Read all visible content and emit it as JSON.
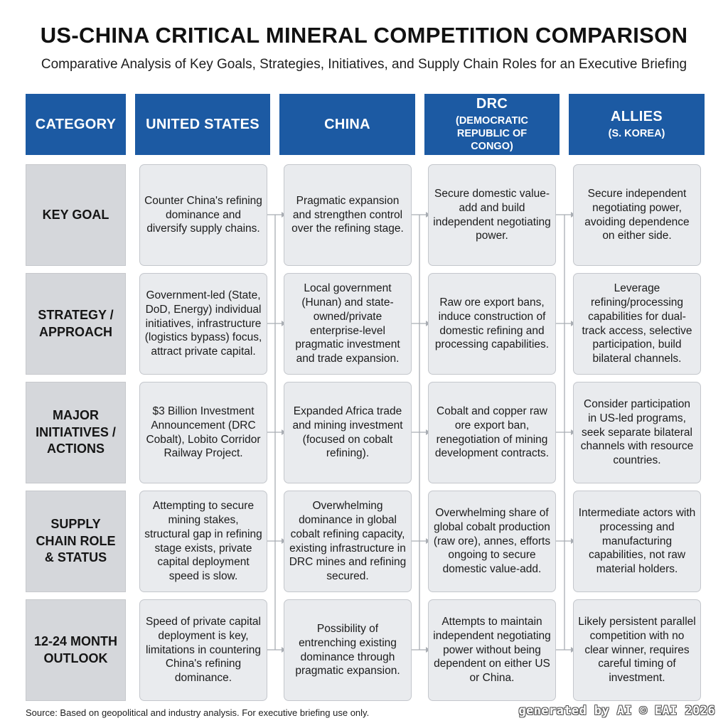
{
  "title": "US-CHINA CRITICAL MINERAL COMPETITION COMPARISON",
  "subtitle": "Comparative Analysis of Key Goals, Strategies, Initiatives, and Supply Chain Roles for an Executive Briefing",
  "columns": [
    {
      "label": "CATEGORY",
      "sub": ""
    },
    {
      "label": "UNITED STATES",
      "sub": ""
    },
    {
      "label": "CHINA",
      "sub": ""
    },
    {
      "label": "DRC",
      "sub": "(DEMOCRATIC REPUBLIC OF CONGO)"
    },
    {
      "label": "ALLIES",
      "sub": "(S. KOREA)"
    }
  ],
  "rows": [
    {
      "category": "KEY GOAL",
      "us": "Counter China's refining dominance and diversify supply chains.",
      "china": "Pragmatic expansion and strengthen control over the refining stage.",
      "drc": "Secure domestic value-add and build independent negotiating power.",
      "allies": "Secure independent negotiating power, avoiding dependence on either side."
    },
    {
      "category": "STRATEGY / APPROACH",
      "us": "Government-led (State, DoD, Energy) individual initiatives, infrastructure (logistics bypass) focus, attract private capital.",
      "china": "Local government (Hunan) and state-owned/private enterprise-level pragmatic investment and trade expansion.",
      "drc": "Raw ore export bans, induce construction of domestic refining and processing capabilities.",
      "allies": "Leverage refining/processing capabilities for dual-track access, selective participation, build bilateral channels."
    },
    {
      "category": "MAJOR INITIATIVES / ACTIONS",
      "us": "$3 Billion Investment Announcement (DRC Cobalt), Lobito Corridor Railway Project.",
      "china": "Expanded Africa trade and mining investment (focused on cobalt refining).",
      "drc": "Cobalt and copper raw ore export ban, renegotiation of mining development contracts.",
      "allies": "Consider participation in US-led programs, seek separate bilateral channels with resource countries."
    },
    {
      "category": "SUPPLY CHAIN ROLE & STATUS",
      "us": "Attempting to secure mining stakes, structural gap in refining stage exists, private capital deployment speed is slow.",
      "china": "Overwhelming dominance in global cobalt refining capacity, existing infrastructure in DRC mines and refining secured.",
      "drc": "Overwhelming share of global cobalt production (raw ore), annes, efforts ongoing to secure domestic value-add.",
      "allies": "Intermediate actors with processing and manufacturing capabilities, not raw material holders."
    },
    {
      "category": "12-24 MONTH OUTLOOK",
      "us": "Speed of private capital deployment is key, limitations in countering China's refining dominance.",
      "china": "Possibility of entrenching existing dominance through pragmatic expansion.",
      "drc": "Attempts to maintain independent negotiating power without being dependent on either US or China.",
      "allies": "Likely persistent parallel competition with no clear winner, requires careful timing of investment."
    }
  ],
  "footer": {
    "source": "Source: Based on geopolitical and industry analysis. For executive briefing use only.",
    "generated": "generated by AI © EAI 2026"
  },
  "colors": {
    "header_blue": "#1c5aa3",
    "category_gray": "#d5d7db",
    "card_gray": "#e9ebee",
    "connector_gray": "#a9adb3"
  }
}
